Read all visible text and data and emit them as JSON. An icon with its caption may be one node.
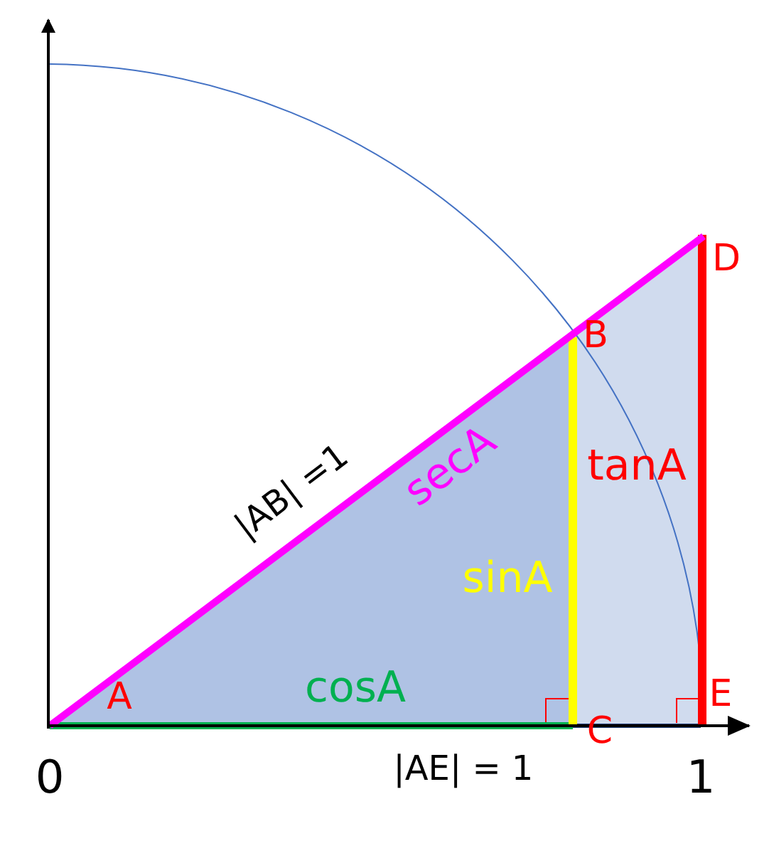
{
  "diagram": {
    "labels": [
      "D",
      "B",
      "tanA",
      "|AB| =1",
      "secA",
      "sinA",
      "A",
      "cosA",
      "C",
      "E",
      "0",
      "|AE| = 1",
      "1"
    ]
  }
}
